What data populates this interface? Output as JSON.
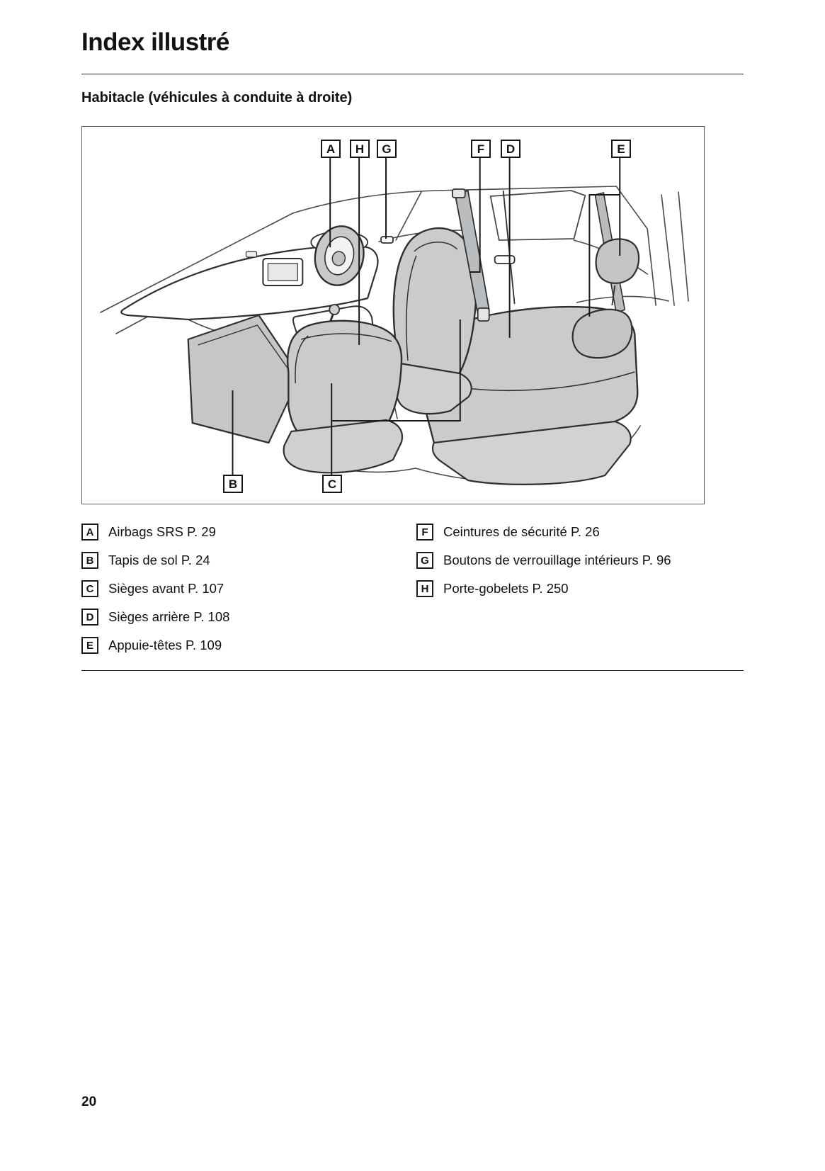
{
  "page": {
    "title": "Index illustré",
    "subtitle": "Habitacle (véhicules à conduite à droite)",
    "page_number": "20"
  },
  "diagram": {
    "callouts": [
      "A",
      "H",
      "G",
      "F",
      "D",
      "E",
      "B",
      "C"
    ]
  },
  "legend": {
    "left": [
      {
        "key": "A",
        "label": "Airbags SRS P. 29"
      },
      {
        "key": "B",
        "label": "Tapis de sol P. 24"
      },
      {
        "key": "C",
        "label": "Sièges avant P. 107"
      },
      {
        "key": "D",
        "label": "Sièges arrière P. 108"
      },
      {
        "key": "E",
        "label": "Appuie-têtes P. 109"
      }
    ],
    "right": [
      {
        "key": "F",
        "label": "Ceintures de sécurité P. 26"
      },
      {
        "key": "G",
        "label": "Boutons de verrouillage intérieurs P. 96"
      },
      {
        "key": "H",
        "label": "Porte-gobelets P. 250"
      }
    ]
  },
  "colors": {
    "seat_gray": "#cbcbcb",
    "outline": "#2f2f2f"
  }
}
